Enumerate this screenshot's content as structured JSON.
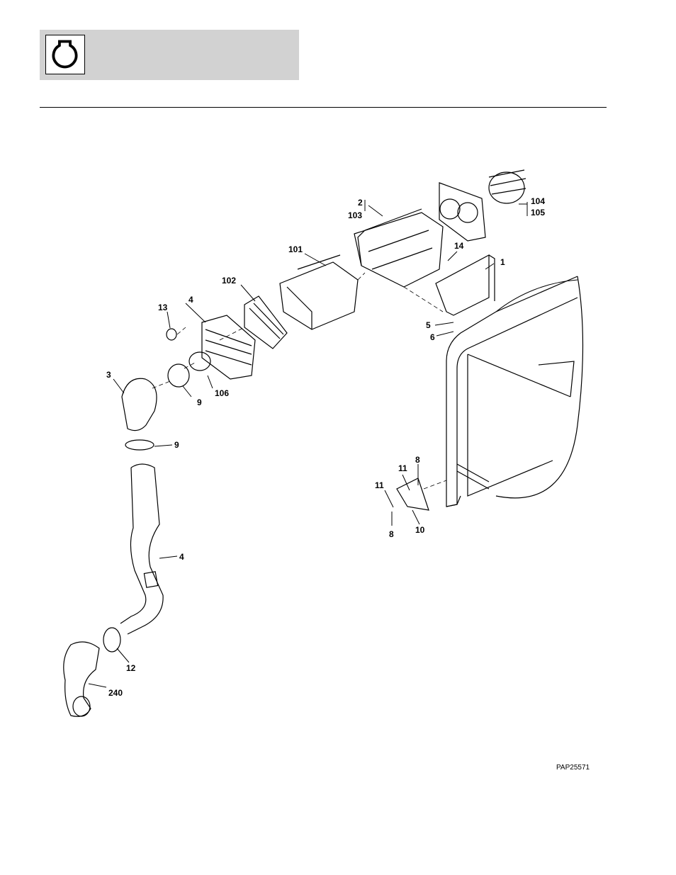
{
  "header": {
    "icon": "engine-oil-cap-icon"
  },
  "figure": {
    "code": "PAP25571",
    "callouts": {
      "c1": "1",
      "c2": "2",
      "c103": "103",
      "c104": "104",
      "c105": "105",
      "c101": "101",
      "c102": "102",
      "c14": "14",
      "c13": "13",
      "c4a": "4",
      "c5": "5",
      "c6": "6",
      "c3": "3",
      "c9a": "9",
      "c106": "106",
      "c9b": "9",
      "c8a": "8",
      "c11a": "11",
      "c11b": "11",
      "c8b": "8",
      "c10": "10",
      "c4b": "4",
      "c12": "12",
      "c240": "240"
    }
  }
}
